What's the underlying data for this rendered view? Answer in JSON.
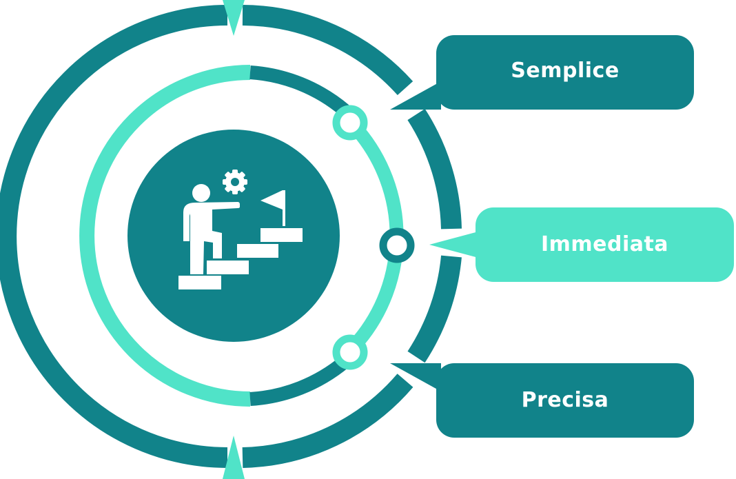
{
  "colors": {
    "teal_dark": "#11838a",
    "teal_light": "#50e3c8",
    "white": "#ffffff"
  },
  "center_icon": "person-climbing-stairs-icon",
  "callouts": [
    {
      "label": "Semplice",
      "style": "dark"
    },
    {
      "label": "Immediata",
      "style": "light"
    },
    {
      "label": "Precisa",
      "style": "dark"
    }
  ]
}
